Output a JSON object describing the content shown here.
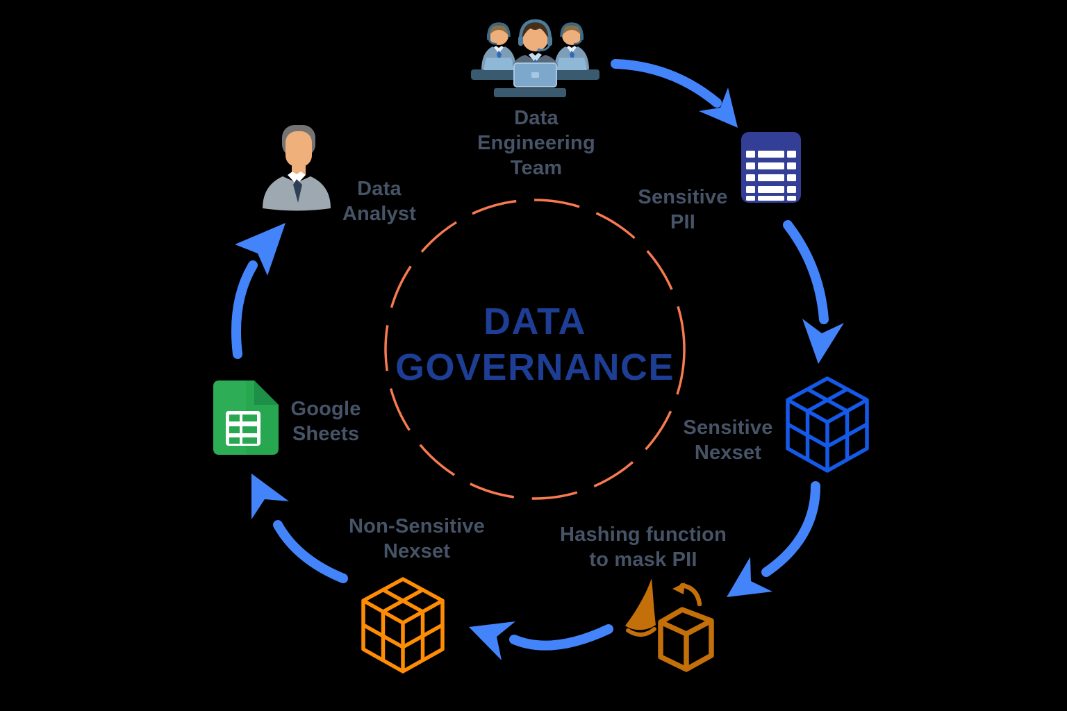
{
  "colors": {
    "background": "#000000",
    "arrow_blue": "#4484FB",
    "circle_dash_orange": "#F87A50",
    "title_navy": "#1D3E94",
    "label_slate": "#475467",
    "nexset_blue": "#1559E8",
    "nexset_orange": "#FF8C05",
    "hashing_orange": "#C4700A",
    "sheets_green": "#27A750",
    "sheets_green_light": "#2DAD56",
    "sheets_green_dark": "#1D8F47",
    "table_indigo": "#333E96"
  },
  "center": {
    "title": "DATA\nGOVERNANCE"
  },
  "nodes": {
    "team": {
      "label": "Data\nEngineering\nTeam",
      "icon": "data-engineering-team-icon"
    },
    "pii": {
      "label": "Sensitive\nPII",
      "icon": "data-table-icon"
    },
    "sensitive_nexset": {
      "label": "Sensitive\nNexset",
      "icon": "blue-wireframe-cube-icon"
    },
    "hashing": {
      "label": "Hashing function\nto mask PII",
      "icon": "cone-to-cube-transform-icon"
    },
    "non_sensitive_nexset": {
      "label": "Non-Sensitive\nNexset",
      "icon": "orange-wireframe-cube-icon"
    },
    "sheets": {
      "label": "Google\nSheets",
      "icon": "google-sheets-icon"
    },
    "analyst": {
      "label": "Data\nAnalyst",
      "icon": "data-analyst-icon"
    }
  }
}
